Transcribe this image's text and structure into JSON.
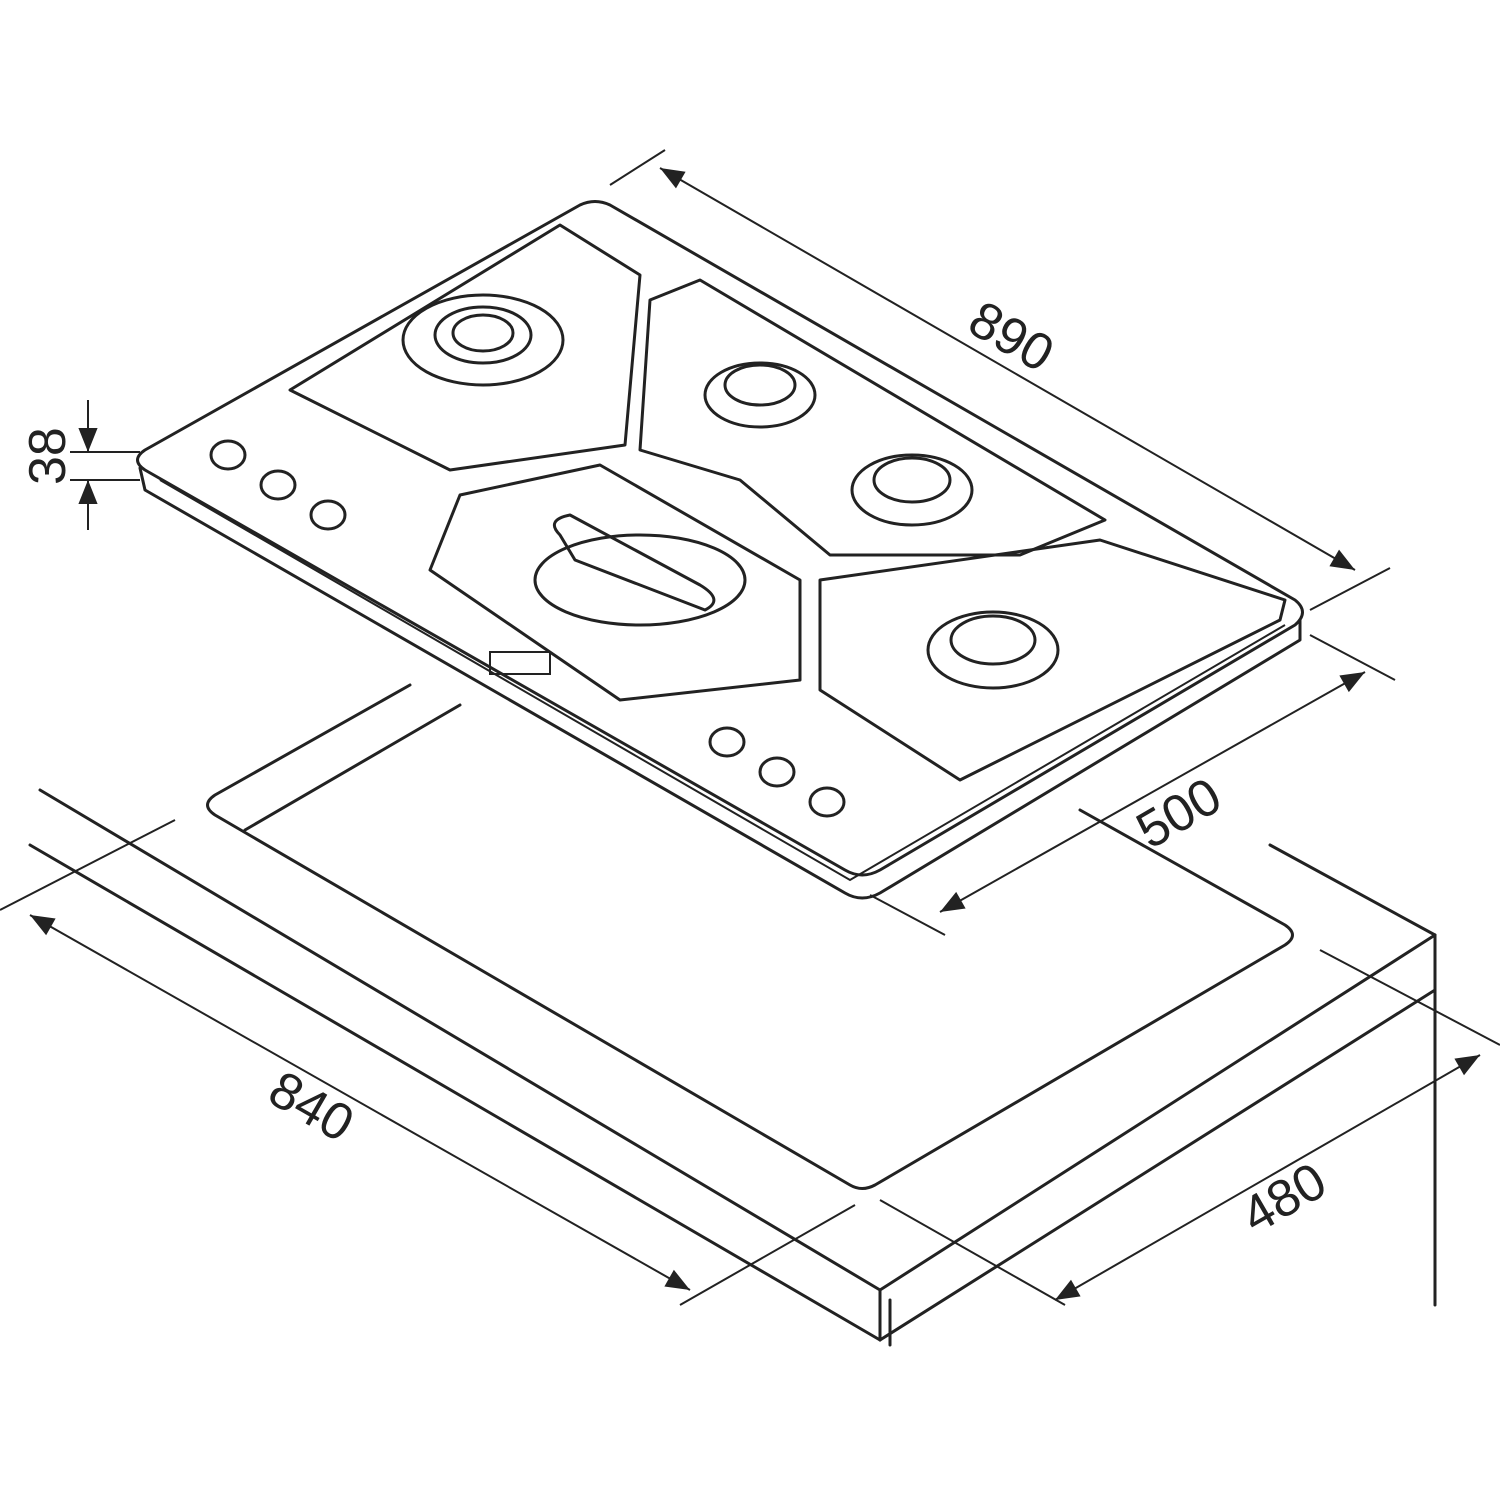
{
  "title": "Gas hob dimension drawing",
  "dimensions": {
    "width_top": "890",
    "depth_top": "500",
    "height": "38",
    "cutout_width": "840",
    "cutout_depth": "480"
  },
  "colors": {
    "line": "#222222",
    "background": "#ffffff"
  }
}
